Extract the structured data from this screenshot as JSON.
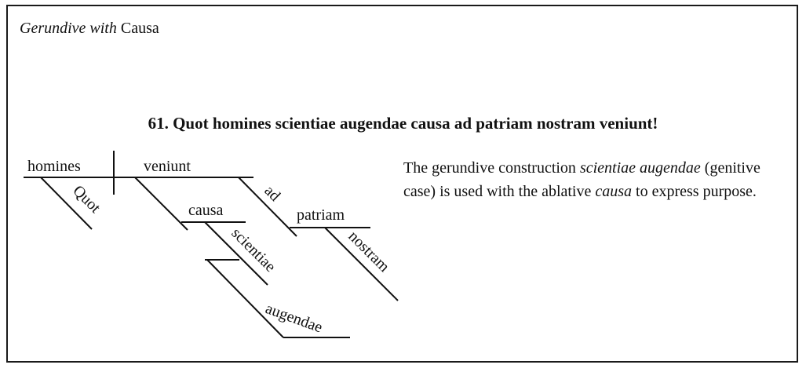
{
  "section": {
    "title_italic": "Gerundive with",
    "title_plain": "Causa"
  },
  "sentence": "61. Quot homines scientiae augendae causa ad patriam nostram veniunt!",
  "diagram": {
    "subject": "homines",
    "verb": "veniunt",
    "modifiers": {
      "quot": "Quot",
      "causa": "causa",
      "scientiae": "scientiae",
      "augendae": "augendae",
      "ad": "ad",
      "patriam": "patriam",
      "nostram": "nostram"
    }
  },
  "explanation": {
    "part1": "The gerundive construction ",
    "italic1": "scientiae augendae",
    "part2": " (genitive case) is used with the ablative ",
    "italic2": "causa",
    "part3": " to express purpose."
  }
}
